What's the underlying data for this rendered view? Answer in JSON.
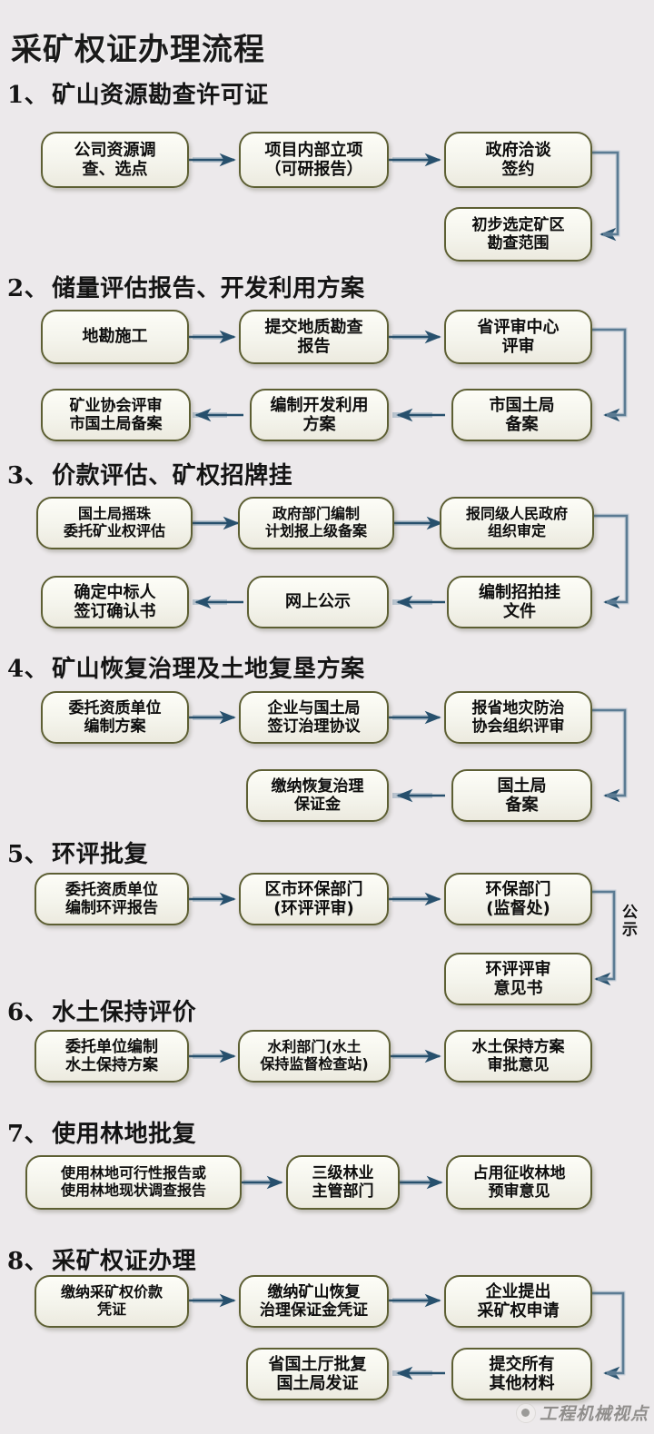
{
  "document": {
    "title": "采矿权证办理流程",
    "watermark": "工程机械视点"
  },
  "colors": {
    "background": "#ece9eb",
    "box_border": "#5d5f33",
    "box_fill": "#f7f7f0",
    "arrow": "#2f5e80",
    "text": "#0d0d0d"
  },
  "sections": [
    {
      "number": "1、",
      "title": "矿山资源勘查许可证",
      "nodes": [
        {
          "id": "s1n1",
          "text": "公司资源调\n查、选点"
        },
        {
          "id": "s1n2",
          "text": "项目内部立项\n（可研报告）"
        },
        {
          "id": "s1n3",
          "text": "政府洽谈\n签约"
        },
        {
          "id": "s1n4",
          "text": "初步选定矿区\n勘查范围"
        }
      ],
      "edges": [
        {
          "from": "s1n1",
          "to": "s1n2",
          "kind": "right"
        },
        {
          "from": "s1n2",
          "to": "s1n3",
          "kind": "right"
        },
        {
          "from": "s1n3",
          "to": "s1n4",
          "kind": "around-right-down-left"
        }
      ]
    },
    {
      "number": "2、",
      "title": "储量评估报告、开发利用方案",
      "nodes": [
        {
          "id": "s2n1",
          "text": "地勘施工"
        },
        {
          "id": "s2n2",
          "text": "提交地质勘查\n报告"
        },
        {
          "id": "s2n3",
          "text": "省评审中心\n评审"
        },
        {
          "id": "s2n4",
          "text": "市国土局\n备案"
        },
        {
          "id": "s2n5",
          "text": "编制开发利用\n方案"
        },
        {
          "id": "s2n6",
          "text": "矿业协会评审\n市国土局备案"
        }
      ],
      "edges": [
        {
          "from": "s2n1",
          "to": "s2n2",
          "kind": "right"
        },
        {
          "from": "s2n2",
          "to": "s2n3",
          "kind": "right"
        },
        {
          "from": "s2n3",
          "to": "s2n4",
          "kind": "around-right-down-left"
        },
        {
          "from": "s2n4",
          "to": "s2n5",
          "kind": "left"
        },
        {
          "from": "s2n5",
          "to": "s2n6",
          "kind": "left"
        }
      ]
    },
    {
      "number": "3、",
      "title": "价款评估、矿权招牌挂",
      "nodes": [
        {
          "id": "s3n1",
          "text": "国土局摇珠\n委托矿业权评估"
        },
        {
          "id": "s3n2",
          "text": "政府部门编制\n计划报上级备案"
        },
        {
          "id": "s3n3",
          "text": "报同级人民政府\n组织审定"
        },
        {
          "id": "s3n4",
          "text": "编制招拍挂\n文件"
        },
        {
          "id": "s3n5",
          "text": "网上公示"
        },
        {
          "id": "s3n6",
          "text": "确定中标人\n签订确认书"
        }
      ],
      "edges": [
        {
          "from": "s3n1",
          "to": "s3n2",
          "kind": "right"
        },
        {
          "from": "s3n2",
          "to": "s3n3",
          "kind": "right"
        },
        {
          "from": "s3n3",
          "to": "s3n4",
          "kind": "around-right-down-left"
        },
        {
          "from": "s3n4",
          "to": "s3n5",
          "kind": "left"
        },
        {
          "from": "s3n5",
          "to": "s3n6",
          "kind": "left"
        }
      ]
    },
    {
      "number": "4、",
      "title": "矿山恢复治理及土地复垦方案",
      "nodes": [
        {
          "id": "s4n1",
          "text": "委托资质单位\n编制方案"
        },
        {
          "id": "s4n2",
          "text": "企业与国土局\n签订治理协议"
        },
        {
          "id": "s4n3",
          "text": "报省地灾防治\n协会组织评审"
        },
        {
          "id": "s4n4",
          "text": "国土局\n备案"
        },
        {
          "id": "s4n5",
          "text": "缴纳恢复治理\n保证金"
        }
      ],
      "edges": [
        {
          "from": "s4n1",
          "to": "s4n2",
          "kind": "right"
        },
        {
          "from": "s4n2",
          "to": "s4n3",
          "kind": "right"
        },
        {
          "from": "s4n3",
          "to": "s4n4",
          "kind": "around-right-down-left"
        },
        {
          "from": "s4n4",
          "to": "s4n5",
          "kind": "left"
        }
      ]
    },
    {
      "number": "5、",
      "title": "环评批复",
      "nodes": [
        {
          "id": "s5n1",
          "text": "委托资质单位\n编制环评报告"
        },
        {
          "id": "s5n2",
          "text": "区市环保部门\n(环评评审)"
        },
        {
          "id": "s5n3",
          "text": "环保部门\n(监督处)"
        },
        {
          "id": "s5n4",
          "text": "环评评审\n意见书"
        }
      ],
      "edges": [
        {
          "from": "s5n1",
          "to": "s5n2",
          "kind": "right"
        },
        {
          "from": "s5n2",
          "to": "s5n3",
          "kind": "right"
        },
        {
          "from": "s5n3",
          "to": "s5n4",
          "kind": "around-right-down-left",
          "label": "公示"
        }
      ],
      "annotation": "公示"
    },
    {
      "number": "6、",
      "title": "水土保持评价",
      "nodes": [
        {
          "id": "s6n1",
          "text": "委托单位编制\n水土保持方案"
        },
        {
          "id": "s6n2",
          "text": "水利部门(水土\n保持监督检查站)"
        },
        {
          "id": "s6n3",
          "text": "水土保持方案\n审批意见"
        }
      ],
      "edges": [
        {
          "from": "s6n1",
          "to": "s6n2",
          "kind": "right"
        },
        {
          "from": "s6n2",
          "to": "s6n3",
          "kind": "right"
        }
      ]
    },
    {
      "number": "7、",
      "title": "使用林地批复",
      "nodes": [
        {
          "id": "s7n1",
          "text": "使用林地可行性报告或\n使用林地现状调查报告"
        },
        {
          "id": "s7n2",
          "text": "三级林业\n主管部门"
        },
        {
          "id": "s7n3",
          "text": "占用征收林地\n预审意见"
        }
      ],
      "edges": [
        {
          "from": "s7n1",
          "to": "s7n2",
          "kind": "right"
        },
        {
          "from": "s7n2",
          "to": "s7n3",
          "kind": "right"
        }
      ]
    },
    {
      "number": "8、",
      "title": "采矿权证办理",
      "nodes": [
        {
          "id": "s8n1",
          "text": "缴纳采矿权价款\n凭证"
        },
        {
          "id": "s8n2",
          "text": "缴纳矿山恢复\n治理保证金凭证"
        },
        {
          "id": "s8n3",
          "text": "企业提出\n采矿权申请"
        },
        {
          "id": "s8n4",
          "text": "提交所有\n其他材料"
        },
        {
          "id": "s8n5",
          "text": "省国土厅批复\n国土局发证"
        }
      ],
      "edges": [
        {
          "from": "s8n1",
          "to": "s8n2",
          "kind": "right"
        },
        {
          "from": "s8n2",
          "to": "s8n3",
          "kind": "right"
        },
        {
          "from": "s8n3",
          "to": "s8n4",
          "kind": "around-right-down-left"
        },
        {
          "from": "s8n4",
          "to": "s8n5",
          "kind": "left"
        }
      ]
    }
  ]
}
